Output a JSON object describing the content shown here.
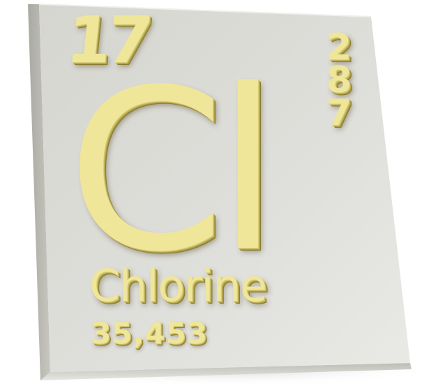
{
  "element": {
    "atomic_number": "17",
    "symbol": "Cl",
    "name": "Chlorine",
    "atomic_mass": "35,453",
    "electron_shells": [
      "2",
      "8",
      "7"
    ]
  },
  "colors": {
    "tile": "#d9d9d3",
    "tile_edge": "#b8b8b0",
    "lettering": "#efe69a",
    "background": "#ffffff"
  }
}
